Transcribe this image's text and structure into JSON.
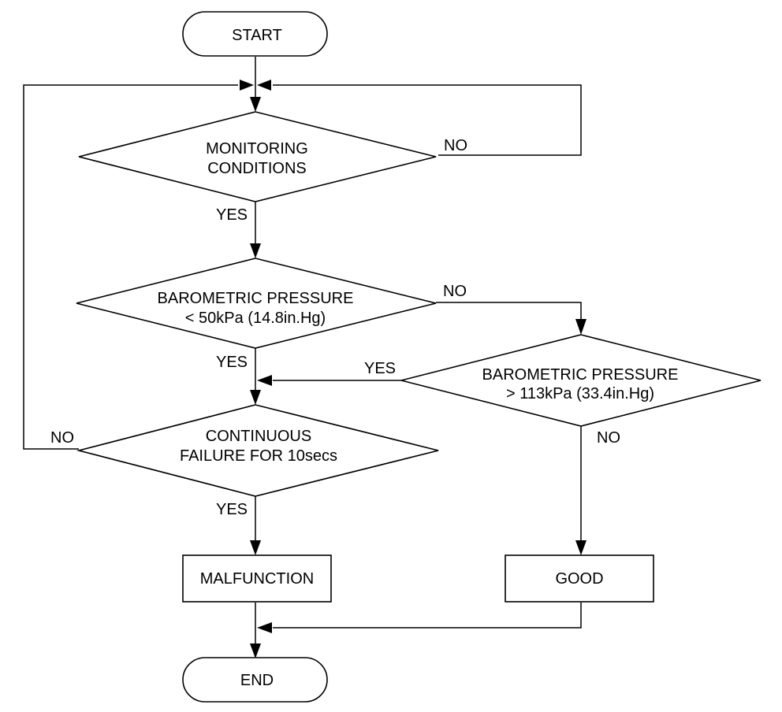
{
  "start": {
    "label": "START"
  },
  "end": {
    "label": "END"
  },
  "decisions": [
    {
      "line1": "MONITORING",
      "line2": "CONDITIONS"
    },
    {
      "line1": "BAROMETRIC PRESSURE",
      "line2": "< 50kPa (14.8in.Hg)"
    },
    {
      "line1": "BAROMETRIC PRESSURE",
      "line2": "> 113kPa (33.4in.Hg)"
    },
    {
      "line1": "CONTINUOUS",
      "line2": "FAILURE FOR 10secs"
    }
  ],
  "processes": [
    {
      "label": "MALFUNCTION"
    },
    {
      "label": "GOOD"
    }
  ],
  "branch_labels": {
    "monitoring_no": "NO",
    "monitoring_yes": "YES",
    "baro_low_no": "NO",
    "baro_low_yes": "YES",
    "baro_high_yes": "YES",
    "baro_high_no": "NO",
    "failure_no": "NO",
    "failure_yes": "YES"
  }
}
